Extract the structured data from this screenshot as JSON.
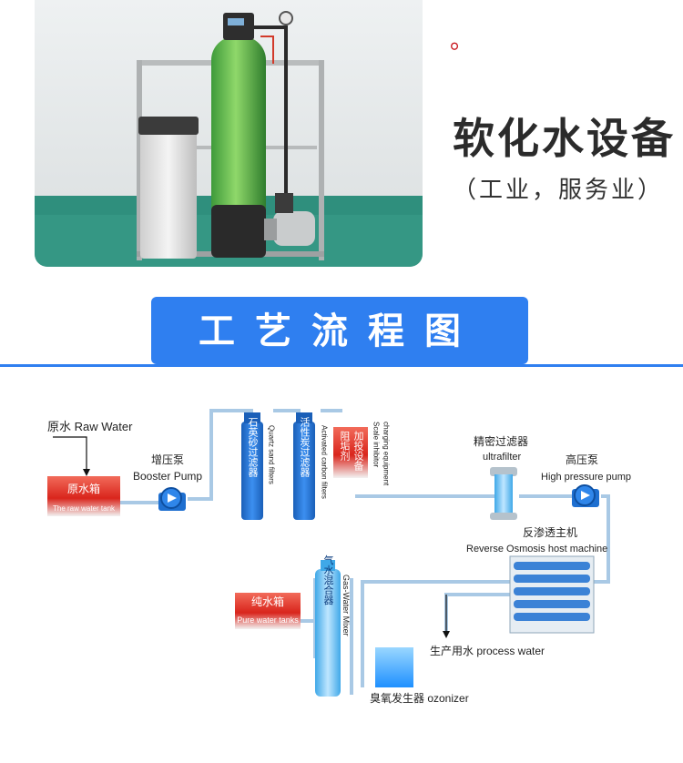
{
  "colors": {
    "accent": "#2f7ff0",
    "red": "#d9251c",
    "pipe": "#a8c8e4",
    "tank_blue": "#1d6fd4"
  },
  "header": {
    "bullet": "。",
    "title": "软化水设备",
    "subtitle": "（工业，服务业）"
  },
  "banner": {
    "text": "工艺流程图"
  },
  "diagram": {
    "raw_water": "原水 Raw Water",
    "raw_tank_cn": "原水箱",
    "raw_tank_en": "The raw water tank",
    "booster_cn": "增压泵",
    "booster_en": "Booster Pump",
    "quartz_cn": "石英砂过滤器",
    "quartz_en": "Quartz sand filters",
    "carbon_cn": "活性炭过滤器",
    "carbon_en": "Activated carbon filters",
    "scale_cn1": "阻垢剂",
    "scale_cn2": "加投设备",
    "scale_en1": "Scale inhibitor",
    "scale_en2": "charging equipment",
    "ultra_cn": "精密过滤器",
    "ultra_en": "ultrafilter",
    "hp_cn": "高压泵",
    "hp_en": "High pressure pump",
    "ro_cn": "反渗透主机",
    "ro_en": "Reverse Osmosis host machine",
    "pure_cn": "纯水箱",
    "pure_en": "Pure water tanks",
    "mixer_cn": "气水混合器",
    "mixer_en": "Gas-Water Mixer",
    "process": "生产用水 process water",
    "ozone": "臭氧发生器 ozonizer"
  }
}
